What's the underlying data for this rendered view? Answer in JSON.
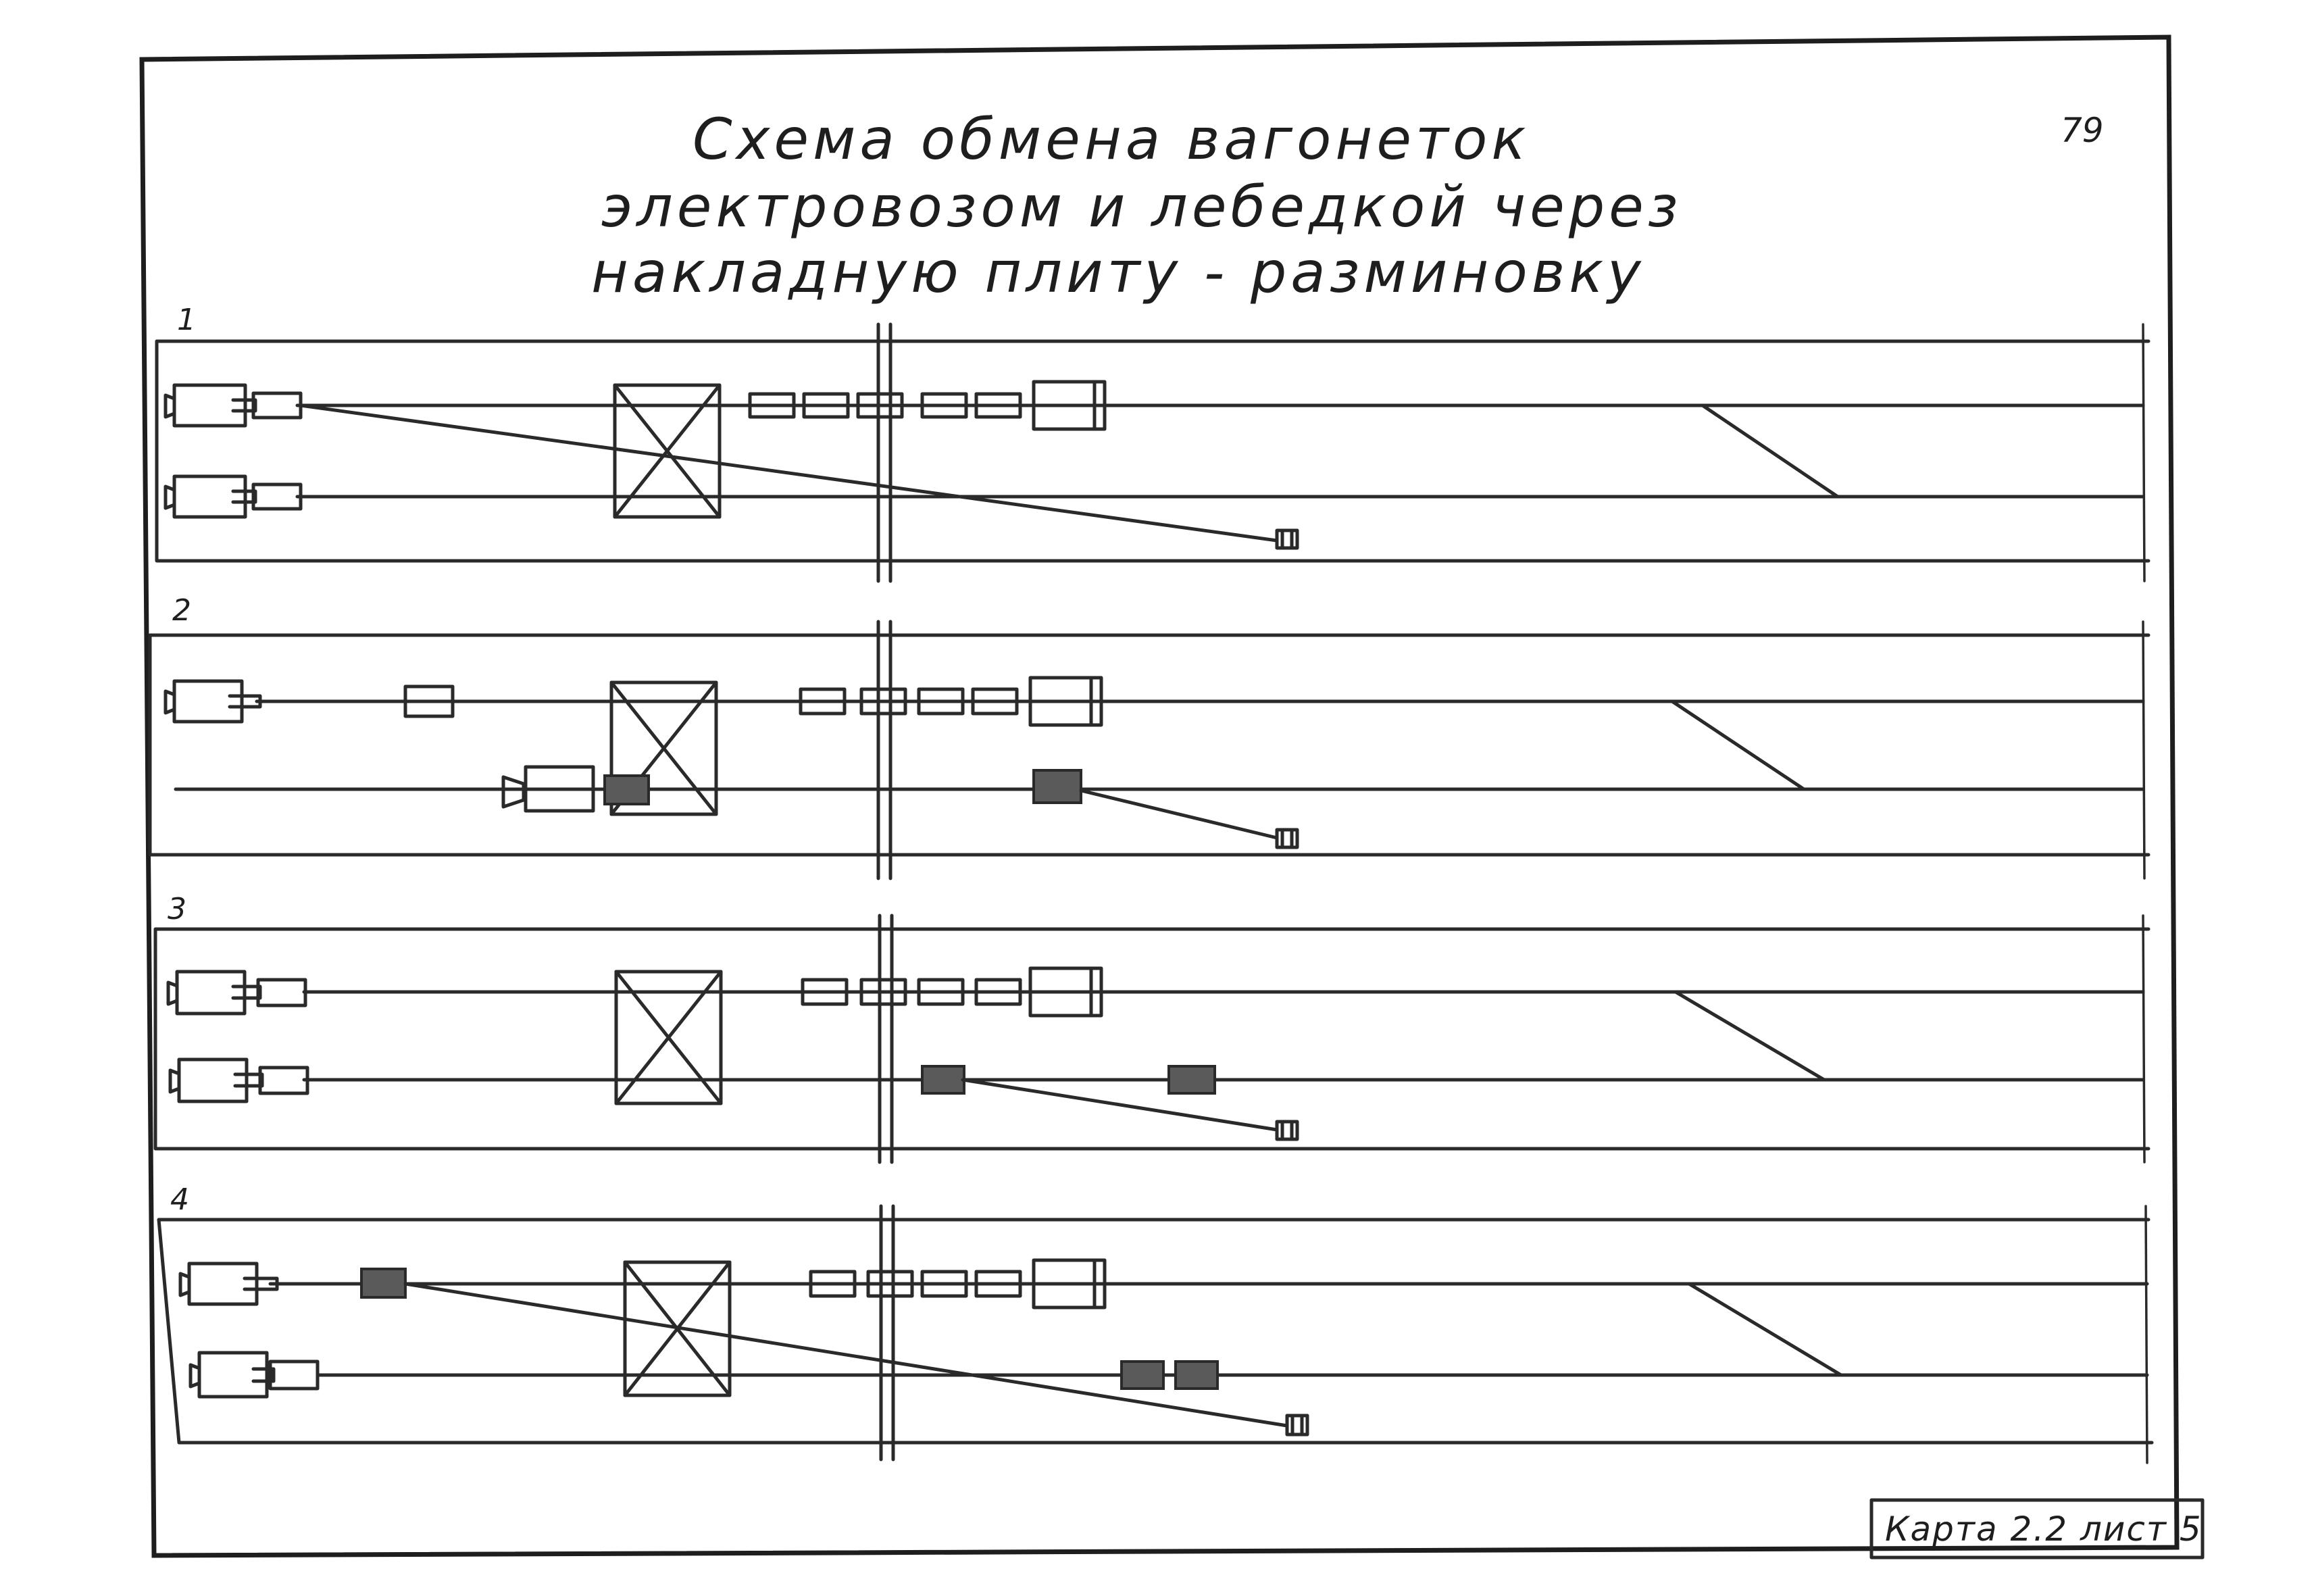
{
  "title": {
    "line1": "Схема   обмена   вагонеток",
    "line2": "электровозом  и  лебедкой  через",
    "line3": "накладную   плиту - разминовку"
  },
  "page_number": "79",
  "stamp": "Карта 2.2 лист 5",
  "panels": [
    {
      "label": "1"
    },
    {
      "label": "2"
    },
    {
      "label": "3"
    },
    {
      "label": "4"
    }
  ]
}
